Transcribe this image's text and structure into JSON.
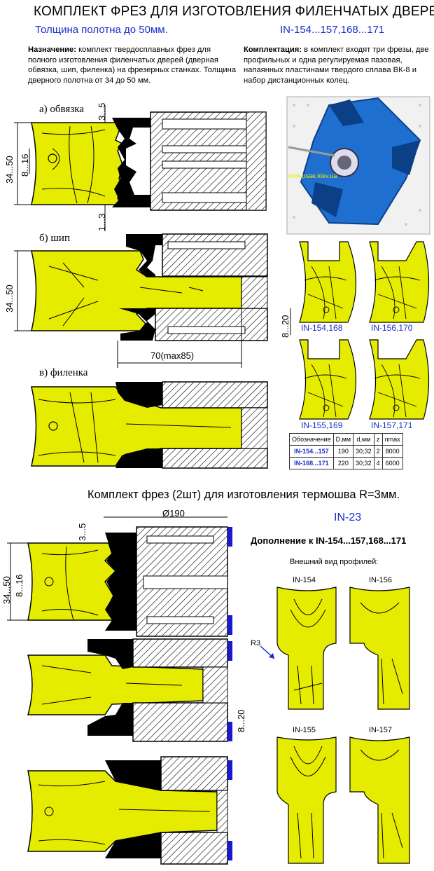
{
  "header": {
    "title": "КОМПЛЕКТ ФРЕЗ ДЛЯ  ИЗГОТОВЛЕНИЯ  ФИЛЕНЧАТЫХ ДВЕРЕЙ",
    "subtitle": "Толщина полотна до 50мм.",
    "codes": "IN-154...157,168...171"
  },
  "purpose": {
    "label": "Назначение:",
    "text": " комплект твердосплавных фрез для полного изготовления филенчатых дверей (дверная обвязка, шип, филенка) на фрезерных станках. Толщина дверного полотна от 34 до 50 мм."
  },
  "kit": {
    "label": "Комплектация:",
    "text": " в комплект входят три фрезы, две профильных и одна регулируемая пазовая, напаянных пластинами твердого сплава ВК-8 и набор дистанционных колец."
  },
  "photo": {
    "watermark": "www.psae.kiev.ua"
  },
  "diagrams": {
    "a_label": "а) обвязка",
    "b_label": "б) шип",
    "c_label": "в) филенка",
    "dim_34_50": "34...50",
    "dim_8_16": "8...16",
    "dim_3_5": "3...5",
    "dim_1_3": "1...3",
    "dim_8_20": "8...20",
    "dim_70": "70(max85)"
  },
  "profiles": [
    {
      "label": "IN-154,168"
    },
    {
      "label": "IN-156,170"
    },
    {
      "label": "IN-155,169"
    },
    {
      "label": "IN-157,171"
    }
  ],
  "spec_table": {
    "headers": [
      "Обозначение",
      "D,мм",
      "d,мм",
      "z",
      "nmax"
    ],
    "rows": [
      [
        "IN-154...157",
        "190",
        "30;32",
        "2",
        "8000"
      ],
      [
        "IN-168...171",
        "220",
        "30;32",
        "4",
        "6000"
      ]
    ]
  },
  "section2": {
    "title": "Комплект фрез (2шт) для изготовления термошва R=3мм.",
    "code": "IN-23",
    "addendum": "Дополнение к IN-154...157,168...171",
    "appearance": "Внешний вид профилей:",
    "dia": "Ø190",
    "dim_3_5": "3...5",
    "dim_34_50": "34...50",
    "dim_8_16": "8...16",
    "dim_8_20": "8...20",
    "r3": "R3",
    "p154": "IN-154",
    "p156": "IN-156",
    "p155": "IN-155",
    "p157": "IN-157"
  },
  "colors": {
    "wood": "#e6ec00",
    "blue_text": "#1a2fc8",
    "photo_blue": "#1f6fd0",
    "spacer_blue": "#1a1acc"
  }
}
